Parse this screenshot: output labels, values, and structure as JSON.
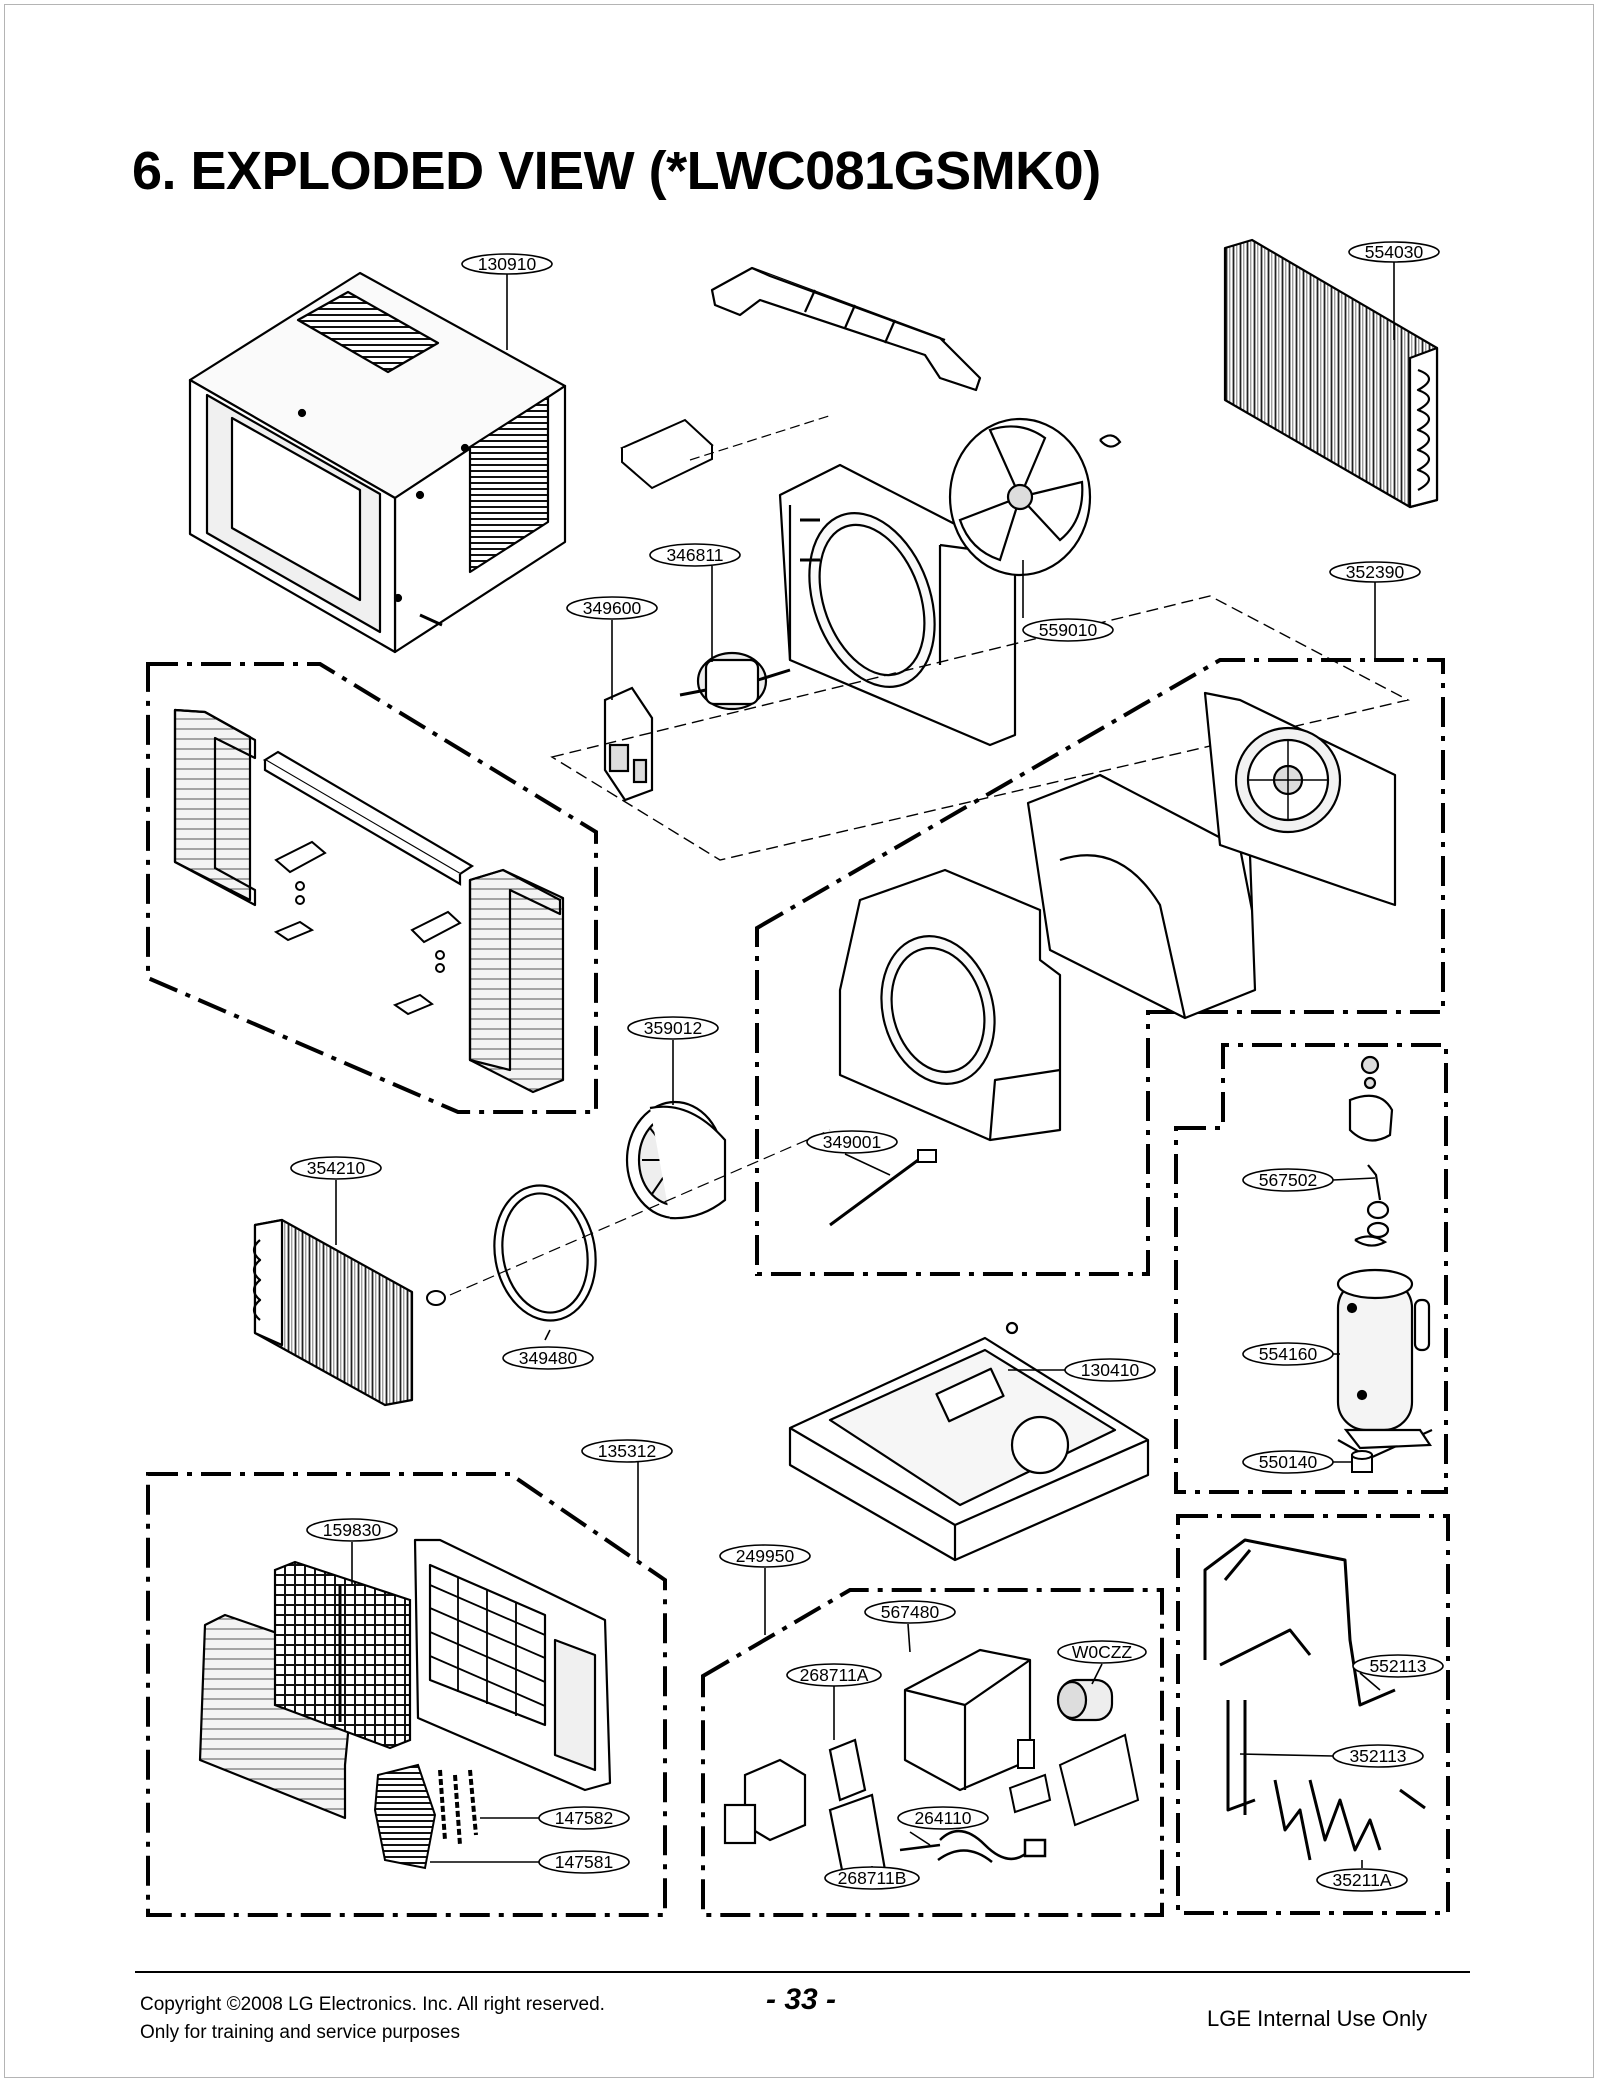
{
  "title": "6. EXPLODED VIEW (*LWC081GSMK0)",
  "part_labels": [
    "130910",
    "554030",
    "346811",
    "352390",
    "349600",
    "559010",
    "359012",
    "349001",
    "567502",
    "354210",
    "554160",
    "130410",
    "349480",
    "550140",
    "135312",
    "159830",
    "249950",
    "567480",
    "W0CZZ",
    "268711A",
    "552113",
    "352113",
    "264110",
    "147582",
    "147581",
    "268711B",
    "35211A"
  ],
  "footer": {
    "copyright": "Copyright ©2008 LG Electronics. Inc. All right reserved.",
    "purpose": "Only for training and service purposes",
    "page_number": "- 33 -",
    "internal": "LGE Internal Use Only"
  }
}
